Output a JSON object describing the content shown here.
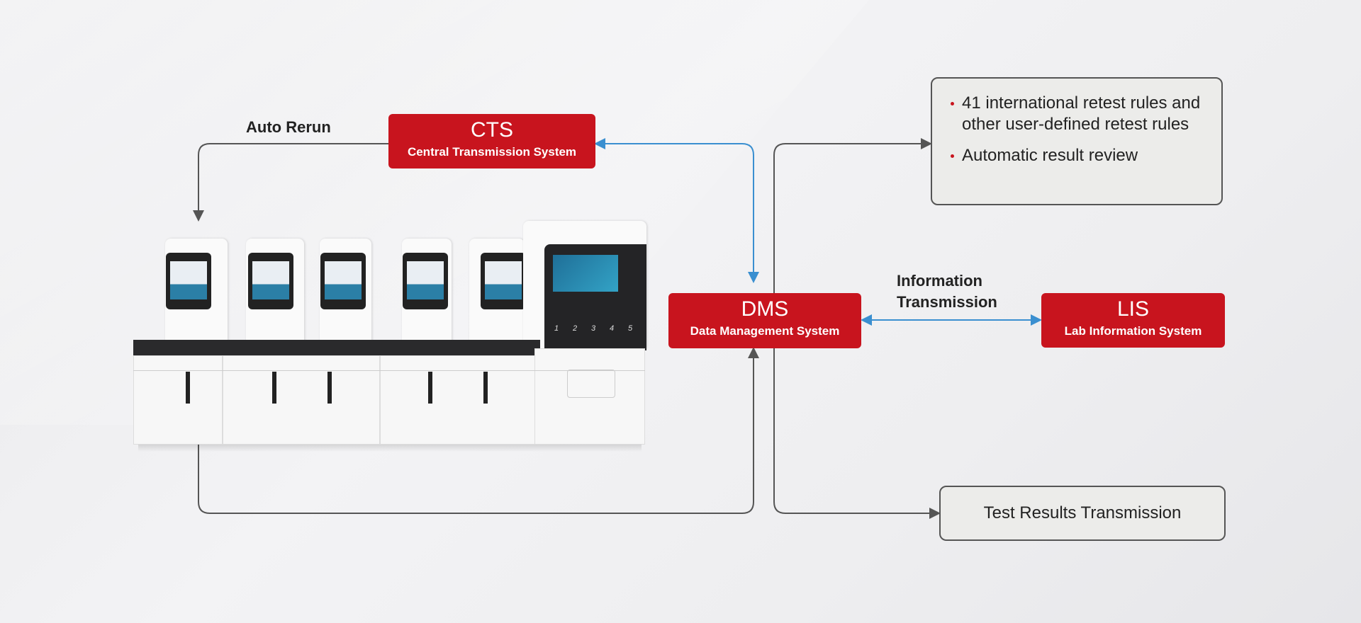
{
  "colors": {
    "brand_red": "#c8141e",
    "link_blue": "#3a8fd0",
    "line_grey": "#555555"
  },
  "cts": {
    "abbr": "CTS",
    "full": "Central Transmission System"
  },
  "dms": {
    "abbr": "DMS",
    "full": "Data Management System"
  },
  "lis": {
    "abbr": "LIS",
    "full": "Lab Information System"
  },
  "labels": {
    "auto_rerun": "Auto Rerun",
    "info_line1": "Information",
    "info_line2": "Transmission"
  },
  "rules_box": {
    "items": [
      "41 international retest rules and other user-defined retest rules",
      "Automatic result review"
    ]
  },
  "results_box": {
    "text": "Test Results Transmission"
  },
  "analyzer": {
    "tube_positions": [
      "1",
      "2",
      "3",
      "4",
      "5"
    ]
  }
}
